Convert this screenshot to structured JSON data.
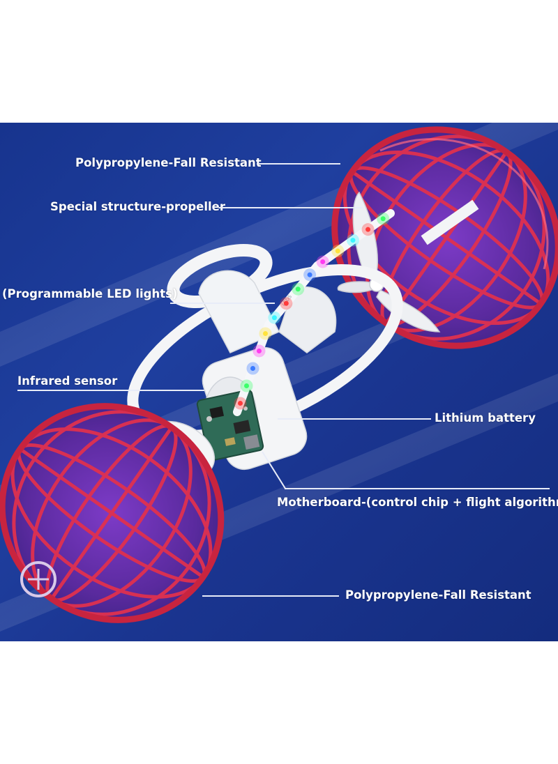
{
  "labels": {
    "top_shell": "Polypropylene-Fall Resistant",
    "propeller": "Special structure-propeller",
    "led": "(Programmable LED lights)",
    "sensor": "Infrared sensor",
    "battery": "Lithium battery",
    "motherboard": "Motherboard-(control chip + flight algorithm)",
    "bottom_shell": "Polypropylene-Fall Resistant"
  },
  "led_strip_text": "LEDS",
  "colors": {
    "background": "#1c3a96",
    "shell_red": "#e0314f",
    "shell_inner": "#5b2a9a",
    "core_white": "#f2f4f7",
    "led_colors": [
      "#ff3b3b",
      "#3bff6a",
      "#3b7bff",
      "#ff3bf0",
      "#ffe33b",
      "#3bf6ff"
    ]
  }
}
